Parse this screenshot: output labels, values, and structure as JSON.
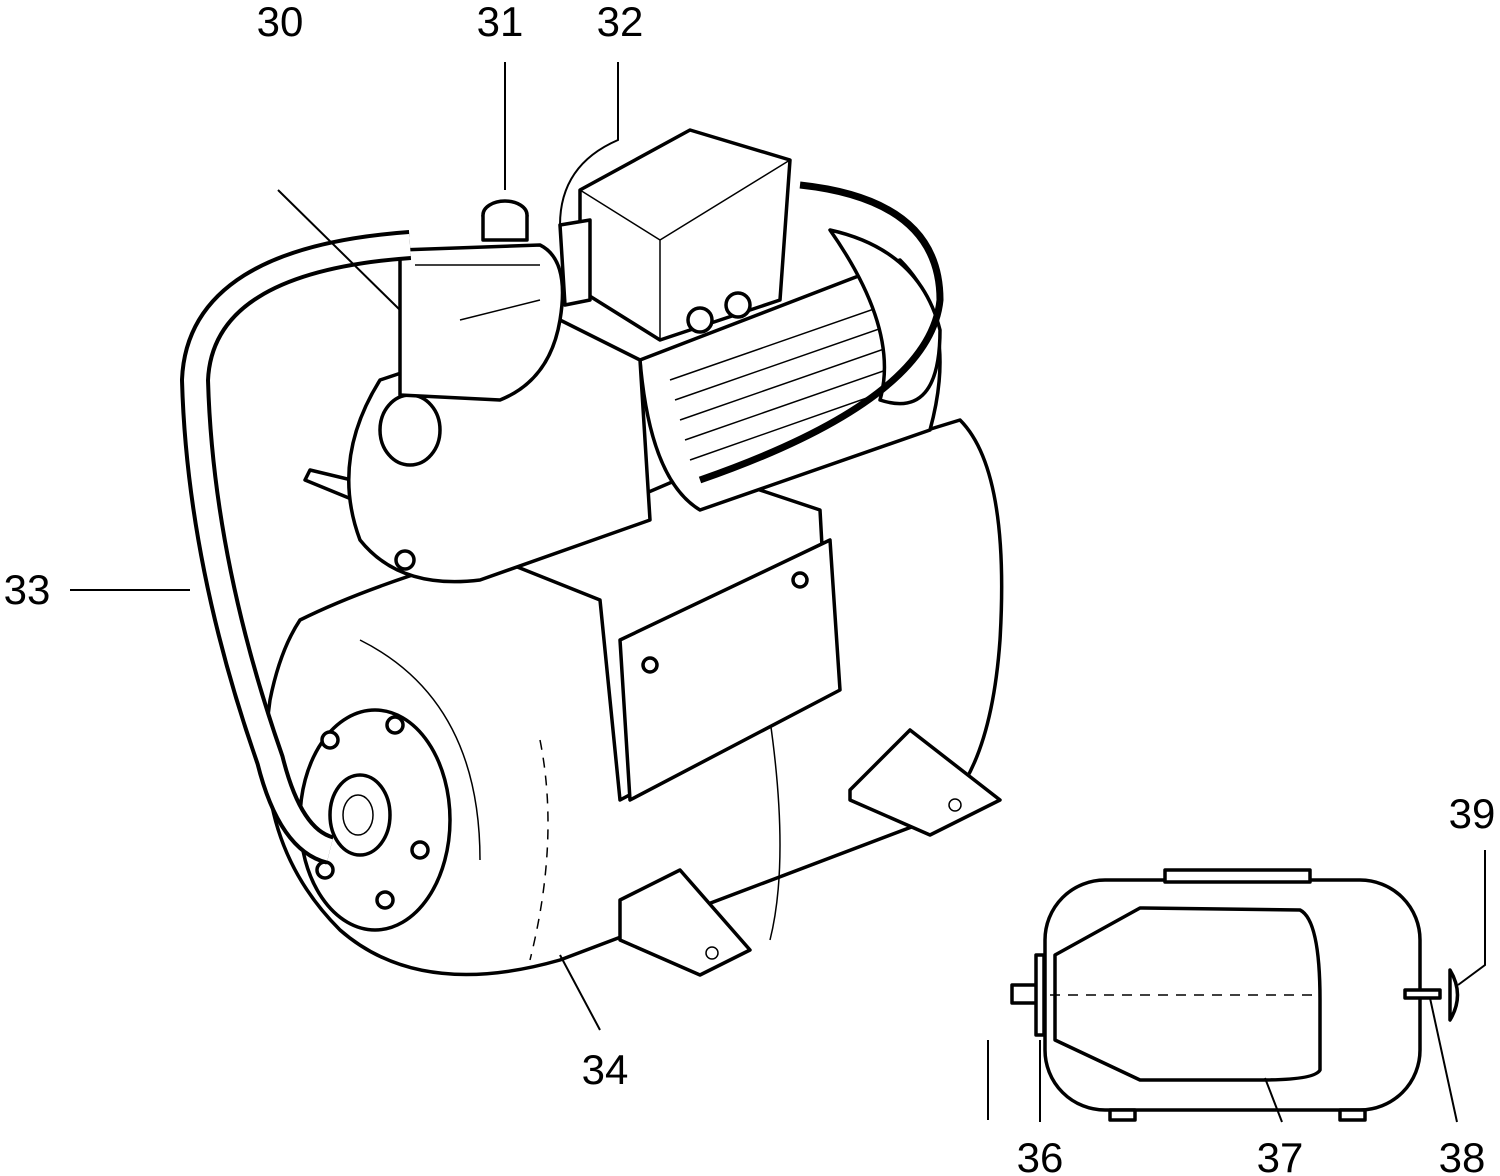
{
  "callouts": {
    "c30": "30",
    "c31": "31",
    "c32": "32",
    "c33": "33",
    "c34": "34",
    "c36": "36",
    "c37": "37",
    "c38": "38",
    "c39": "39"
  }
}
